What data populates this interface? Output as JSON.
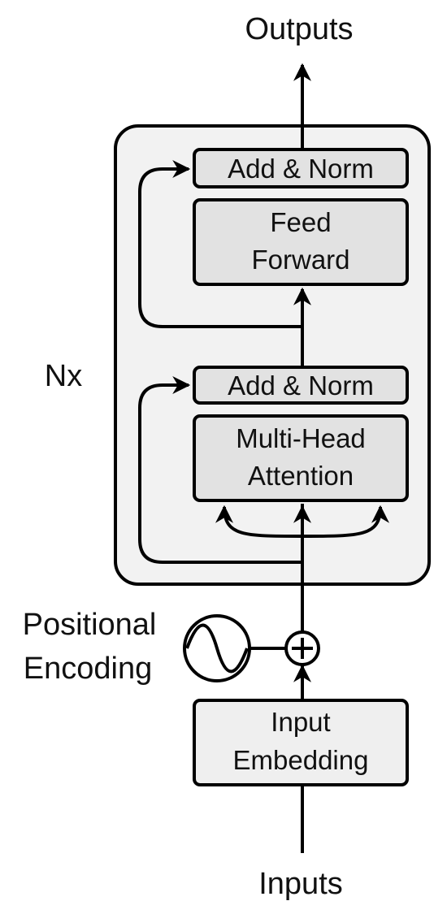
{
  "outputs_label": "Outputs",
  "inputs_label": "Inputs",
  "repeat_label": "Nx",
  "positional_encoding": [
    "Positional",
    "Encoding"
  ],
  "blocks": {
    "add_norm_top": [
      "Add & Norm"
    ],
    "feed_forward": [
      "Feed",
      "Forward"
    ],
    "add_norm_bottom": [
      "Add & Norm"
    ],
    "multi_head_attention": [
      "Multi-Head",
      "Attention"
    ],
    "input_embedding": [
      "Input",
      "Embedding"
    ]
  },
  "colors": {
    "stroke": "#000000",
    "block_fill": "#e2e2e2",
    "container_fill": "#f2f2f2",
    "embedding_fill": "#efefef"
  }
}
